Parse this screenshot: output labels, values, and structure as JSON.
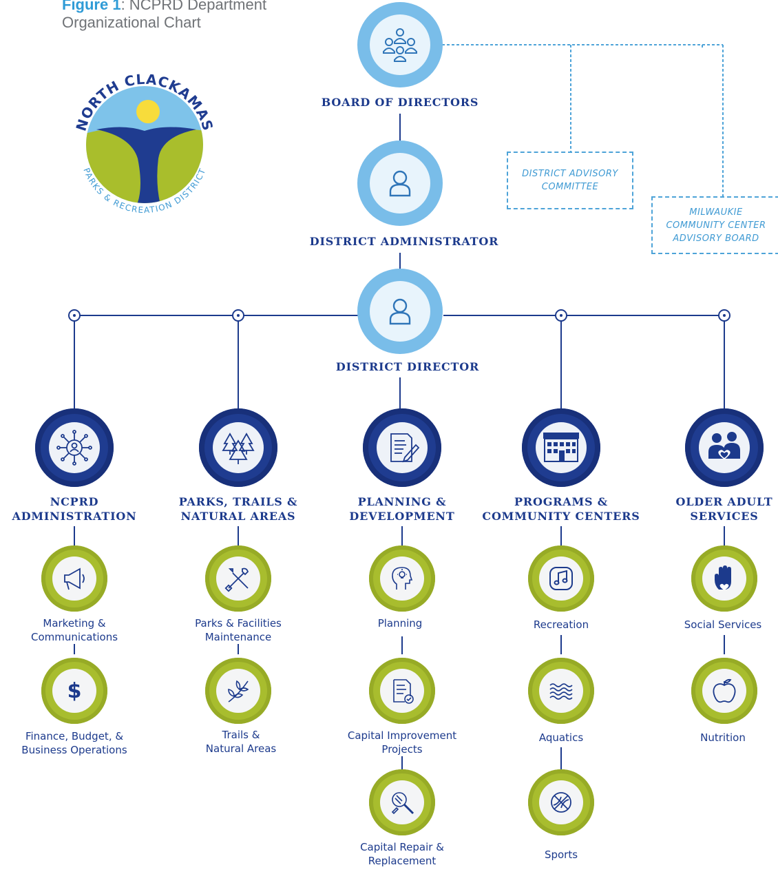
{
  "figure": {
    "label": "Figure 1",
    "title_rest": ": NCPRD Department",
    "title_line2": "Organizational Chart"
  },
  "logo": {
    "top_text": "NORTH CLACKAMAS",
    "bottom_text": "PARKS & RECREATION DISTRICT"
  },
  "top": {
    "board": "BOARD OF DIRECTORS",
    "administrator": "DISTRICT ADMINISTRATOR",
    "director": "DISTRICT DIRECTOR"
  },
  "advisory": {
    "district": [
      "DISTRICT ADVISORY",
      "COMMITTEE"
    ],
    "milwaukie": [
      "MILWAUKIE",
      "COMMUNITY CENTER",
      "ADVISORY BOARD"
    ]
  },
  "departments": [
    {
      "label": [
        "NCPRD",
        "ADMINISTRATION"
      ],
      "icon": "network-icon",
      "units": [
        {
          "label": [
            "Marketing &",
            "Communications"
          ],
          "icon": "megaphone-icon"
        },
        {
          "label": [
            "Finance, Budget, &",
            "Business Operations"
          ],
          "icon": "dollar-icon"
        }
      ]
    },
    {
      "label": [
        "PARKS, TRAILS &",
        "NATURAL AREAS"
      ],
      "icon": "trees-icon",
      "units": [
        {
          "label": [
            "Parks & Facilities",
            "Maintenance"
          ],
          "icon": "tools-icon"
        },
        {
          "label": [
            "Trails &",
            "Natural Areas"
          ],
          "icon": "branch-icon"
        }
      ]
    },
    {
      "label": [
        "PLANNING &",
        "DEVELOPMENT"
      ],
      "icon": "document-pen-icon",
      "units": [
        {
          "label": [
            "Planning"
          ],
          "icon": "head-lightbulb-icon"
        },
        {
          "label": [
            "Capital Improvement",
            "Projects"
          ],
          "icon": "document-check-icon"
        },
        {
          "label": [
            "Capital Repair &",
            "Replacement"
          ],
          "icon": "magnifier-pencil-icon"
        }
      ]
    },
    {
      "label": [
        "PROGRAMS &",
        "COMMUNITY CENTERS"
      ],
      "icon": "building-icon",
      "units": [
        {
          "label": [
            "Recreation"
          ],
          "icon": "music-note-icon"
        },
        {
          "label": [
            "Aquatics"
          ],
          "icon": "water-waves-icon"
        },
        {
          "label": [
            "Sports"
          ],
          "icon": "basketball-icon"
        }
      ]
    },
    {
      "label": [
        "OLDER ADULT",
        "SERVICES"
      ],
      "icon": "family-heart-icon",
      "units": [
        {
          "label": [
            "Social Services"
          ],
          "icon": "hand-heart-icon"
        },
        {
          "label": [
            "Nutrition"
          ],
          "icon": "apple-icon"
        }
      ]
    }
  ],
  "colors": {
    "navy": "#1c3a8c",
    "light_blue": "#79bde9",
    "green": "#a8bd2e",
    "accent_blue": "#2f9bd6"
  }
}
